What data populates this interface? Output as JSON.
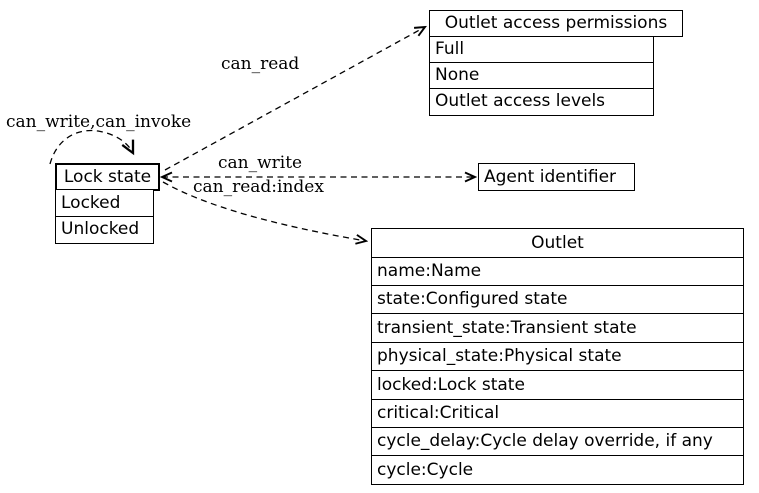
{
  "diagram": {
    "background": "#ffffff",
    "line_color": "#000000"
  },
  "nodes": {
    "outlet_access_permissions": {
      "title": "Outlet access permissions",
      "rows": [
        "Full",
        "None",
        "Outlet access levels"
      ]
    },
    "lock_state": {
      "title": "Lock state",
      "rows": [
        "Locked",
        "Unlocked"
      ]
    },
    "agent_identifier": {
      "title": "Agent identifier"
    },
    "outlet": {
      "title": "Outlet",
      "rows": [
        "name:Name",
        "state:Configured state",
        "transient_state:Transient state",
        "physical_state:Physical state",
        "locked:Lock state",
        "critical:Critical",
        "cycle_delay:Cycle delay override, if any",
        "cycle:Cycle"
      ]
    }
  },
  "edges": {
    "self_loop": {
      "label": "can_write,can_invoke",
      "from": "Lock state",
      "to": "Lock state",
      "style": "dashed"
    },
    "can_read": {
      "label": "can_read",
      "from": "Lock state",
      "to": "Outlet access permissions",
      "style": "dashed"
    },
    "can_write": {
      "label": "can_write",
      "from": "Lock state",
      "to": "Agent identifier",
      "style": "dashed"
    },
    "can_read_index": {
      "label": "can_read:index",
      "from": "Lock state",
      "to": "Outlet",
      "style": "dashed"
    }
  }
}
